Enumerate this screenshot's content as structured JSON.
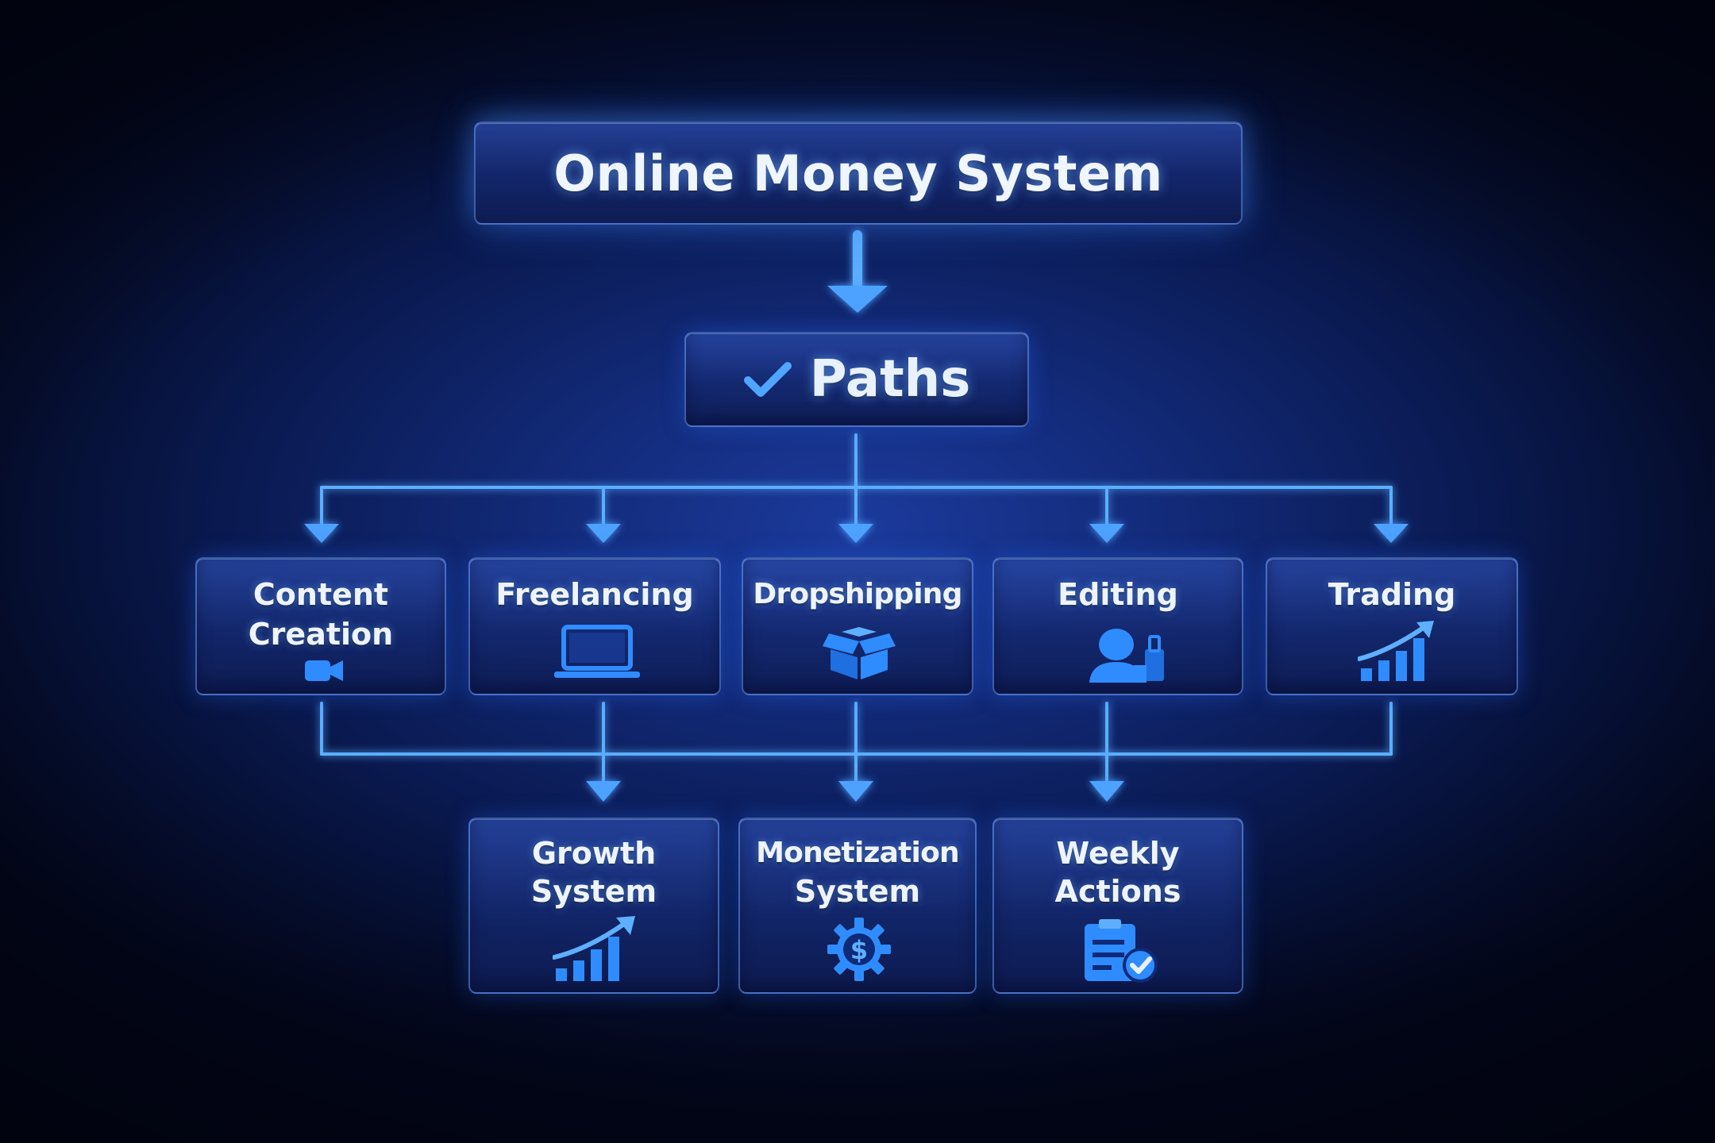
{
  "diagram": {
    "title": "Online Money System",
    "paths": {
      "label": "Paths",
      "icon": "checkmark-icon"
    },
    "categories": [
      {
        "line1": "Content",
        "line2": "Creation",
        "icon": "video-camera-icon"
      },
      {
        "line1": "Freelancing",
        "line2": "",
        "icon": "laptop-icon"
      },
      {
        "line1": "Dropshipping",
        "line2": "",
        "icon": "box-icon"
      },
      {
        "line1": "Editing",
        "line2": "",
        "icon": "user-editing-icon"
      },
      {
        "line1": "Trading",
        "line2": "",
        "icon": "growth-chart-icon"
      }
    ],
    "outcomes": [
      {
        "line1": "Growth",
        "line2": "System",
        "icon": "growth-chart-icon"
      },
      {
        "line1": "Monetization",
        "line2": "System",
        "icon": "dollar-gear-icon"
      },
      {
        "line1": "Weekly",
        "line2": "Actions",
        "icon": "checklist-icon"
      }
    ],
    "colors": {
      "background": "#0a1a52",
      "box_fill": "#1a3382",
      "connector": "#4ea2ff",
      "icon": "#2f8cff",
      "text": "#eaf2ff"
    }
  }
}
